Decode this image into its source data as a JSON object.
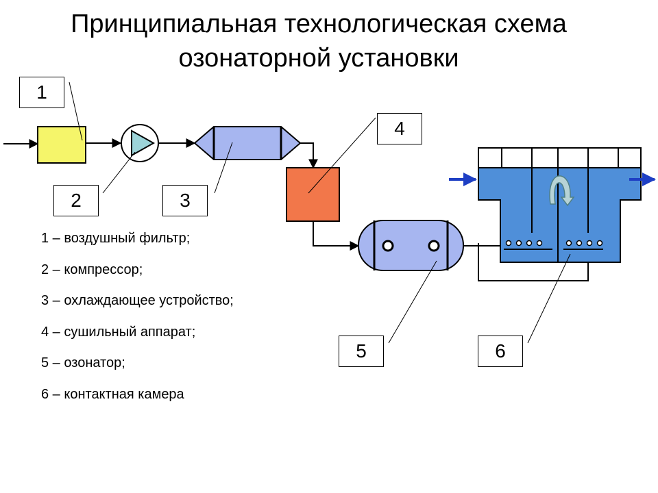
{
  "title": {
    "line1": "Принципиальная технологическая схема",
    "line2": "озонаторной установки"
  },
  "labels": [
    "1",
    "2",
    "3",
    "4",
    "5",
    "6"
  ],
  "legend": [
    "1 – воздушный фильтр;",
    "2 – компрессор;",
    "3 – охлаждающее устройство;",
    "4 – сушильный аппарат;",
    "5 – озонатор;",
    "6 – контактная камера"
  ],
  "colors": {
    "filter": "#F5F56A",
    "compressor": "#9CD4D9",
    "cooler": "#A7B6F0",
    "dryer": "#F2774A",
    "ozonator": "#A7B6F0",
    "chamber": "#4F8FD9",
    "arrow": "#1E3FC4",
    "line": "#000000"
  }
}
